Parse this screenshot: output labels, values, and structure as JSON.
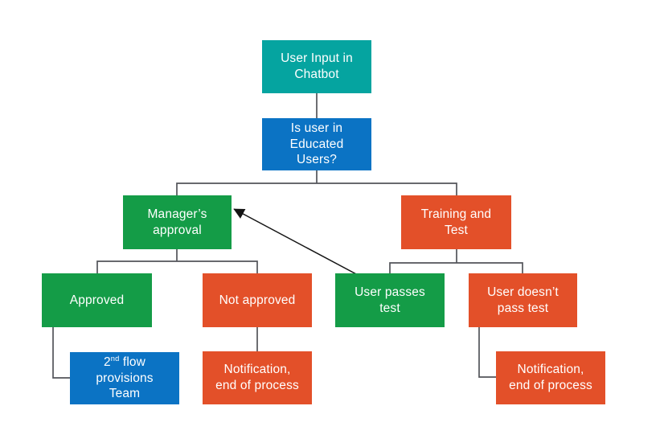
{
  "diagram": {
    "colors": {
      "teal": "#05a4a0",
      "blue": "#0b73c4",
      "green": "#149c47",
      "orange": "#e35029",
      "connector": "#53545a",
      "arrow": "#141414",
      "node_text": "#ffffff",
      "background": "#ffffff"
    },
    "nodes": [
      {
        "id": "user-input-chatbot",
        "label": "User Input in\nChatbot",
        "color": "teal"
      },
      {
        "id": "is-user-in-educated-users",
        "label": "Is user in\nEducated\nUsers?",
        "color": "blue"
      },
      {
        "id": "managers-approval",
        "label": "Manager’s\napproval",
        "color": "green"
      },
      {
        "id": "training-and-test",
        "label": "Training and\nTest",
        "color": "orange"
      },
      {
        "id": "approved",
        "label": "Approved",
        "color": "green"
      },
      {
        "id": "not-approved",
        "label": "Not approved",
        "color": "orange"
      },
      {
        "id": "user-passes-test",
        "label": "User passes\ntest",
        "color": "green"
      },
      {
        "id": "user-doesnt-pass-test",
        "label": "User doesn’t\npass test",
        "color": "orange"
      },
      {
        "id": "second-flow-provisions-team",
        "label_prefix": "2",
        "label_superscript": "nd",
        "label_rest": " flow\nprovisions\nTeam",
        "color": "blue"
      },
      {
        "id": "notification-end-of-process-left",
        "label": "Notification,\nend of process",
        "color": "orange"
      },
      {
        "id": "notification-end-of-process-right",
        "label": "Notification,\nend of process",
        "color": "orange"
      }
    ],
    "edges": [
      {
        "from": "user-input-chatbot",
        "to": "is-user-in-educated-users",
        "style": "line"
      },
      {
        "from": "is-user-in-educated-users",
        "to": "managers-approval",
        "style": "line"
      },
      {
        "from": "is-user-in-educated-users",
        "to": "training-and-test",
        "style": "line"
      },
      {
        "from": "managers-approval",
        "to": "approved",
        "style": "line"
      },
      {
        "from": "managers-approval",
        "to": "not-approved",
        "style": "line"
      },
      {
        "from": "training-and-test",
        "to": "user-passes-test",
        "style": "line"
      },
      {
        "from": "training-and-test",
        "to": "user-doesnt-pass-test",
        "style": "line"
      },
      {
        "from": "approved",
        "to": "second-flow-provisions-team",
        "style": "line"
      },
      {
        "from": "not-approved",
        "to": "notification-end-of-process-left",
        "style": "line"
      },
      {
        "from": "user-doesnt-pass-test",
        "to": "notification-end-of-process-right",
        "style": "line"
      },
      {
        "from": "user-passes-test",
        "to": "managers-approval",
        "style": "arrow"
      }
    ]
  }
}
